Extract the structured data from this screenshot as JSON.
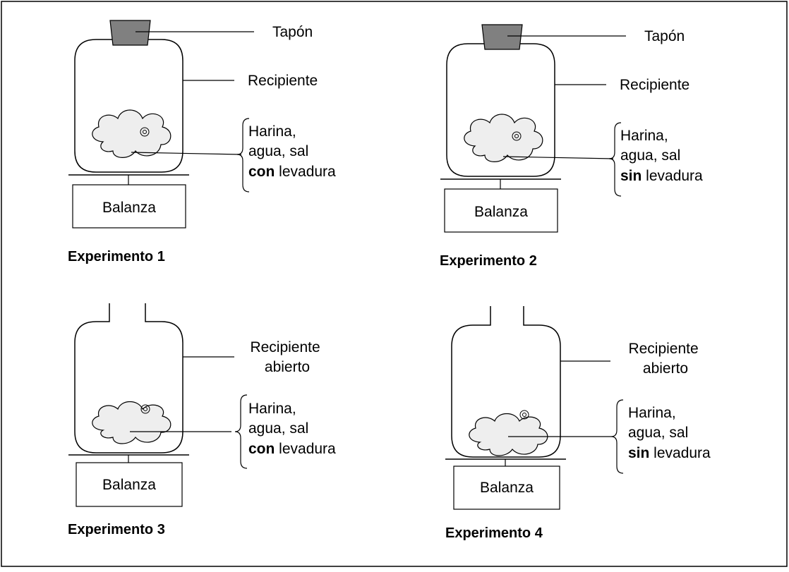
{
  "colors": {
    "stroke": "#000000",
    "stopper_fill": "#808080",
    "dough_fill": "#eeeeee",
    "background": "#ffffff"
  },
  "experiments": [
    {
      "title": "Experimento 1",
      "closed": true,
      "stopper_label": "Tapón",
      "container_label": [
        "Recipiente"
      ],
      "contents": {
        "line1": "Harina,",
        "line2": "agua, sal",
        "yeast_word": "con",
        "yeast_rest": " levadura"
      },
      "scale_label": "Balanza"
    },
    {
      "title": "Experimento 2",
      "closed": true,
      "stopper_label": "Tapón",
      "container_label": [
        "Recipiente"
      ],
      "contents": {
        "line1": "Harina,",
        "line2": "agua, sal",
        "yeast_word": "sin",
        "yeast_rest": " levadura"
      },
      "scale_label": "Balanza"
    },
    {
      "title": "Experimento 3",
      "closed": false,
      "container_label": [
        "Recipiente",
        "abierto"
      ],
      "contents": {
        "line1": "Harina,",
        "line2": "agua, sal",
        "yeast_word": "con",
        "yeast_rest": " levadura"
      },
      "scale_label": "Balanza"
    },
    {
      "title": "Experimento 4",
      "closed": false,
      "container_label": [
        "Recipiente",
        "abierto"
      ],
      "contents": {
        "line1": "Harina,",
        "line2": "agua, sal",
        "yeast_word": "sin",
        "yeast_rest": " levadura"
      },
      "scale_label": "Balanza"
    }
  ]
}
